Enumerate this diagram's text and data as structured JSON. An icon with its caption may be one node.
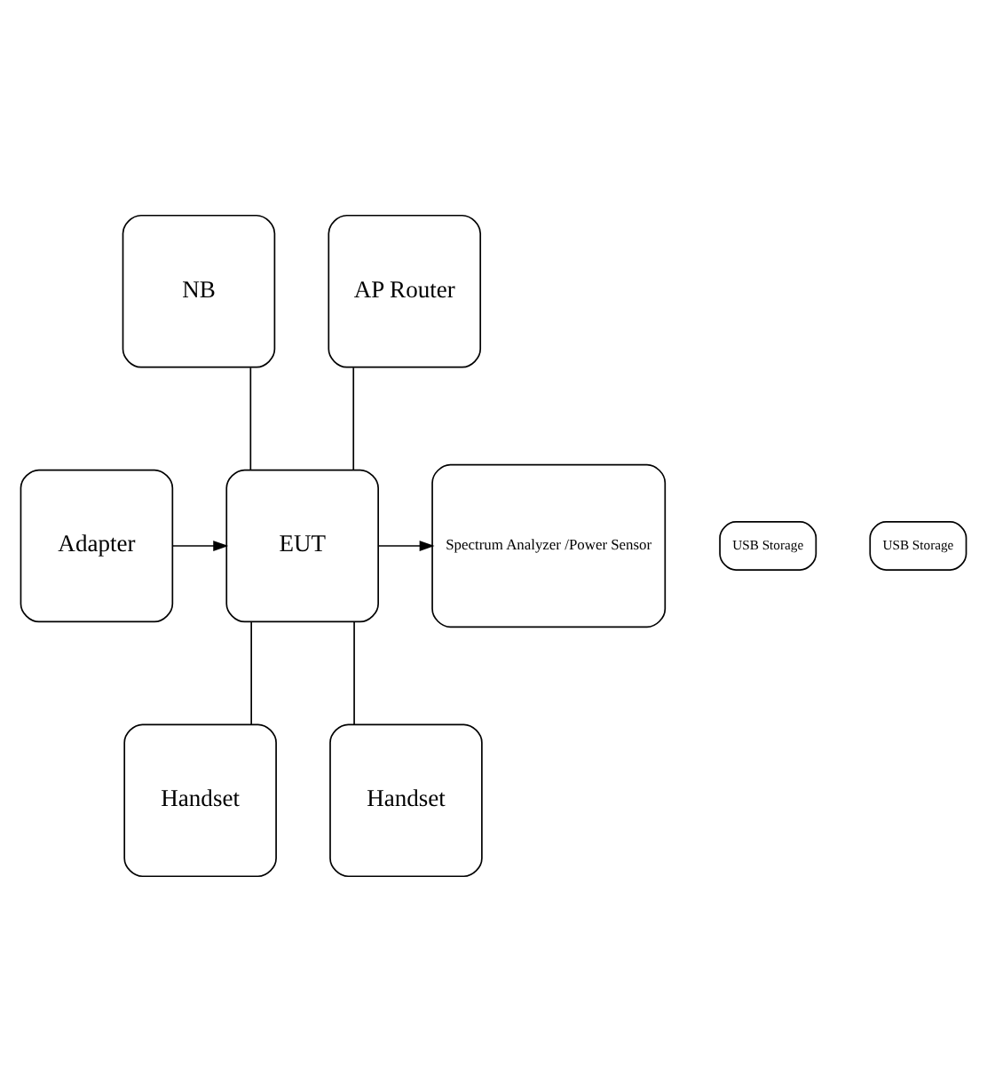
{
  "diagram": {
    "nodes": [
      {
        "text": [
          "NB"
        ]
      },
      {
        "text": [
          "AP Router"
        ]
      },
      {
        "text": [
          "Spectrum Analyzer /Power Sensor"
        ]
      },
      {
        "text": [
          "EUT"
        ]
      },
      {
        "text": [
          "USB Storage"
        ]
      },
      {
        "text": [
          "USB Storage"
        ]
      },
      {
        "text": [
          "Adapter"
        ]
      },
      {
        "text": [
          "Handset"
        ]
      },
      {
        "text": [
          "Handset"
        ]
      }
    ],
    "edges": [
      {
        "from": 0,
        "to": 3,
        "arrow": "none"
      },
      {
        "from": 1,
        "to": 3,
        "arrow": "none"
      },
      {
        "from": 3,
        "to": 2,
        "arrow": "to"
      },
      {
        "from": 6,
        "to": 3,
        "arrow": "to"
      },
      {
        "from": 3,
        "to": 7,
        "arrow": "none"
      },
      {
        "from": 3,
        "to": 8,
        "arrow": "none"
      }
    ]
  }
}
